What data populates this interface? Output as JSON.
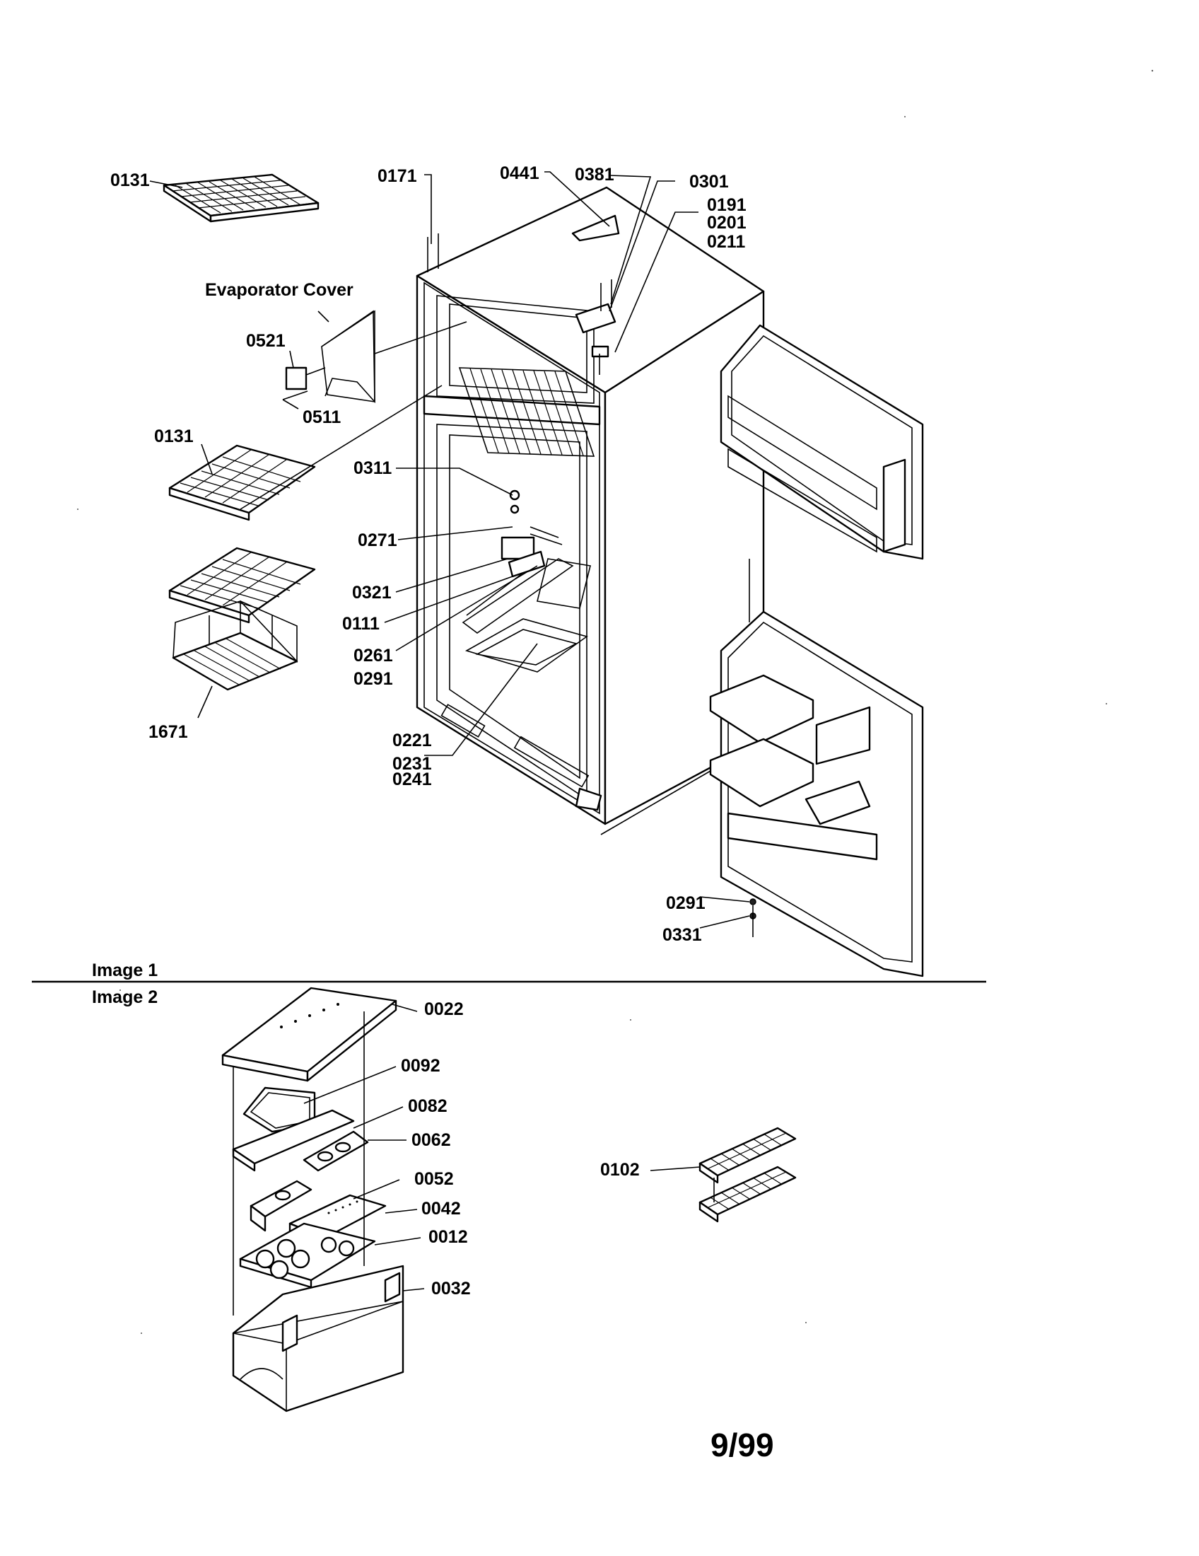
{
  "sections": {
    "image1": "Image 1",
    "image2": "Image 2"
  },
  "page_code": "9/99",
  "callouts_image1": {
    "c0131_top": "0131",
    "c0171": "0171",
    "c0441": "0441",
    "c0381": "0381",
    "c0301": "0301",
    "c0191": "0191",
    "c0201": "0201",
    "c0211": "0211",
    "evap_cover": "Evaporator Cover",
    "c0521": "0521",
    "c0511": "0511",
    "c0131_mid": "0131",
    "c0311": "0311",
    "c0271": "0271",
    "c0321": "0321",
    "c0111": "0111",
    "c0261": "0261",
    "c0291_a": "0291",
    "c1671": "1671",
    "c0221": "0221",
    "c0231": "0231",
    "c0241": "0241",
    "c0291_b": "0291",
    "c0331": "0331"
  },
  "callouts_image2": {
    "c0022": "0022",
    "c0092": "0092",
    "c0082": "0082",
    "c0062": "0062",
    "c0052": "0052",
    "c0042": "0042",
    "c0012": "0012",
    "c0032": "0032",
    "c0102": "0102"
  }
}
